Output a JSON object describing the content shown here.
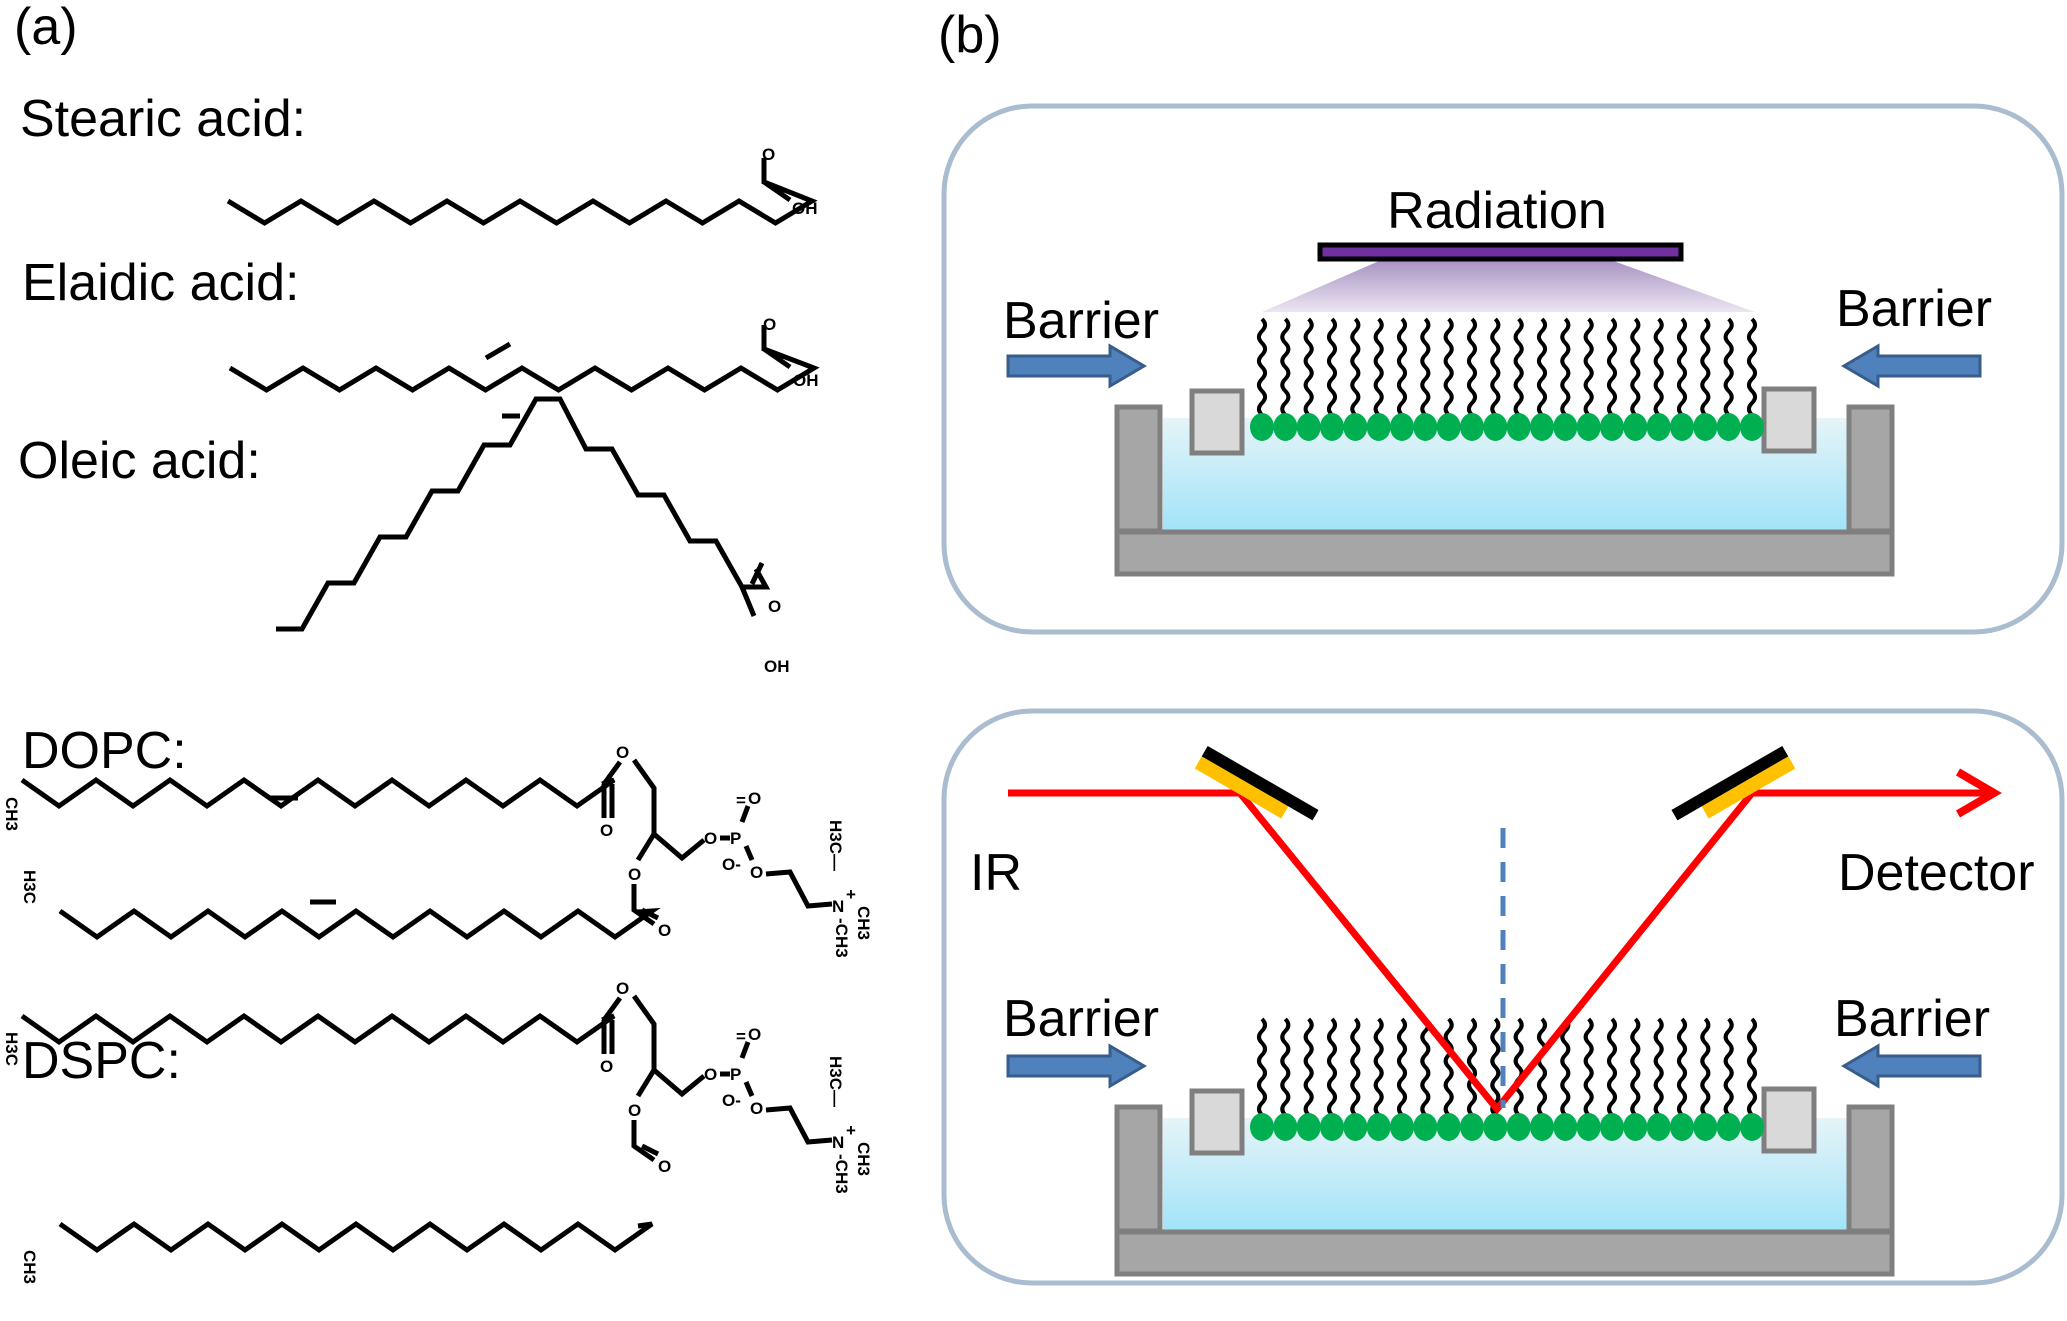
{
  "panel_a": {
    "label": "(a)",
    "molecules": [
      {
        "name": "Stearic acid:",
        "head": [
          "O",
          "OH"
        ]
      },
      {
        "name": "Elaidic acid:",
        "head": [
          "O",
          "OH"
        ]
      },
      {
        "name": "Oleic acid:",
        "head": [
          "O",
          "OH"
        ]
      },
      {
        "name": "DOPC:",
        "tail1_end": "CH3",
        "tail2_end": "H3C"
      },
      {
        "name": "DSPC:",
        "tail1_end": "H3C",
        "tail2_end": "CH3"
      }
    ],
    "atoms": {
      "O": "O",
      "OH": "OH",
      "P": "P",
      "N": "N",
      "Ominus": "O-",
      "H3C": "H3C",
      "CH3": "CH3",
      "nplus": "+",
      "minus": "-"
    }
  },
  "panel_b": {
    "label": "(b)",
    "top": {
      "radiation_label": "Radiation",
      "barrier_left": "Barrier",
      "barrier_right": "Barrier",
      "lipid_count": 22
    },
    "bottom": {
      "ir_label": "IR",
      "detector_label": "Detector",
      "barrier_left": "Barrier",
      "barrier_right": "Barrier",
      "lipid_count": 22
    },
    "colors": {
      "frame": "#a9bcd0",
      "trough": "#a6a6a6",
      "trough_edge": "#7f7f7f",
      "barrier_block": "#d9d9d9",
      "water_top": "#e0f3f8",
      "water_bottom": "#9fe3f9",
      "lipid_head": "#00b050",
      "arrow": "#4f81bd",
      "arrow_edge": "#385d8a",
      "radiation": "#7030a0",
      "beam": "#ff0000",
      "mirror_coat": "#ffc000",
      "normal_line": "#4f81bd"
    }
  }
}
